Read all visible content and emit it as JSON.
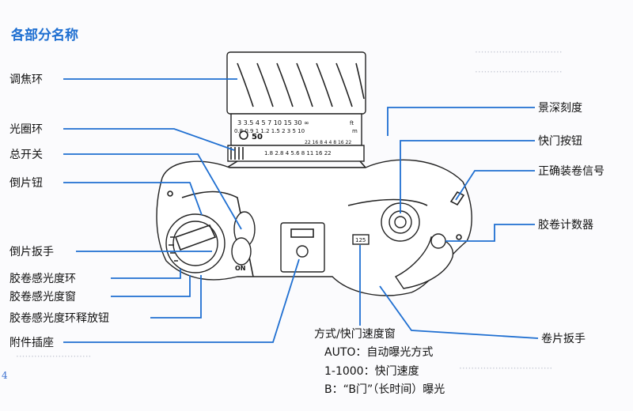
{
  "page_title": "各部分名称",
  "page_number": "4",
  "left_labels": [
    {
      "id": "focus-ring",
      "text": "调焦环"
    },
    {
      "id": "aperture-ring",
      "text": "光圈环"
    },
    {
      "id": "main-switch",
      "text": "总开关"
    },
    {
      "id": "rewind-button",
      "text": "倒片钮"
    },
    {
      "id": "rewind-crank",
      "text": "倒片扳手"
    },
    {
      "id": "film-speed-ring",
      "text": "胶卷感光度环"
    },
    {
      "id": "film-speed-window",
      "text": "胶卷感光度窗"
    },
    {
      "id": "film-speed-release",
      "text": "胶卷感光度环释放钮"
    },
    {
      "id": "accessory-shoe",
      "text": "附件插座"
    }
  ],
  "right_labels": [
    {
      "id": "depth-of-field-scale",
      "text": "景深刻度"
    },
    {
      "id": "shutter-button",
      "text": "快门按钮"
    },
    {
      "id": "film-loaded-signal",
      "text": "正确装卷信号"
    },
    {
      "id": "frame-counter",
      "text": "胶卷计数器"
    },
    {
      "id": "film-advance-lever",
      "text": "卷片扳手"
    }
  ],
  "mode_window": {
    "label": "方式/快门速度窗",
    "notes": [
      "AUTO：自动曝光方式",
      "1-1000：快门速度",
      "B：“B门”（长时间）曝光"
    ]
  },
  "camera": {
    "lens_distance_ft": "3  3.5  4   5   7  10  15 30 ∞",
    "lens_distance_m": "0.8 0.9  1  1.2 1.5  2   3  5 10",
    "ft_unit": "ft",
    "m_unit": "m",
    "dof_scale": "22 16 8 4 4 8 16 22",
    "focal_length": "50",
    "aperture_scale": "1.8 2.8 4 5.6 8 11 16 22",
    "speed_display": "125",
    "switch_label": "ON"
  },
  "colors": {
    "accent": "#1f6fd1",
    "ink": "#222222"
  }
}
